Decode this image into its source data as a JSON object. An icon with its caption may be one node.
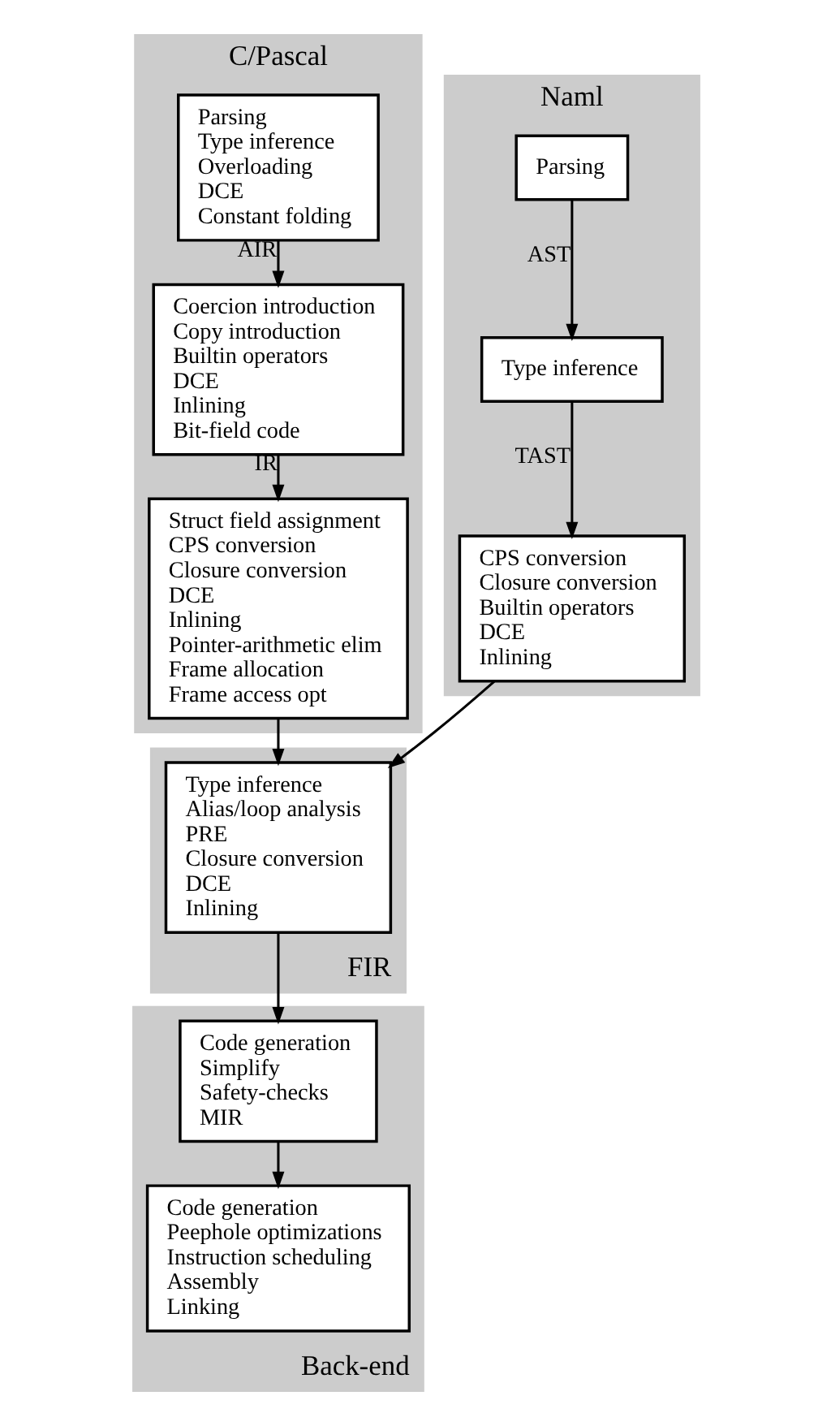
{
  "diagram": {
    "nodes": [
      {
        "text": [
          "C/Pascal"
        ]
      },
      {
        "text": [
          "Parsing",
          "Type inference",
          "Overloading",
          "DCE",
          "Constant folding"
        ],
        "in": 0
      },
      {
        "text": [
          "Coercion introduction",
          "Copy introduction",
          "Builtin operators",
          "DCE",
          "Inlining",
          "Bit-field code"
        ],
        "in": 0
      },
      {
        "text": [
          "Struct field assignment",
          "CPS conversion",
          "Closure conversion",
          "DCE",
          "Inlining",
          "Pointer-arithmetic elim",
          "Frame allocation",
          "Frame access opt"
        ],
        "in": 0
      },
      {
        "text": [
          "Naml"
        ]
      },
      {
        "text": [
          "Parsing"
        ],
        "in": 4
      },
      {
        "text": [
          "Type inference"
        ],
        "in": 4
      },
      {
        "text": [
          "CPS conversion",
          "Closure conversion",
          "Builtin operators",
          "DCE",
          "Inlining"
        ],
        "in": 4
      },
      {
        "text": [
          "FIR"
        ]
      },
      {
        "text": [
          "Type inference",
          "Alias/loop analysis",
          "PRE",
          "Closure conversion",
          "DCE",
          "Inlining"
        ],
        "in": 8
      },
      {
        "text": [
          "Back-end"
        ]
      },
      {
        "text": [
          "Code generation",
          "Simplify",
          "Safety-checks",
          "MIR"
        ],
        "in": 10
      },
      {
        "text": [
          "Code generation",
          "Peephole optimizations",
          "Instruction scheduling",
          "Assembly",
          "Linking"
        ],
        "in": 10
      }
    ],
    "edges": [
      {
        "from": 1,
        "to": 2,
        "arrow": "to",
        "label": "AIR"
      },
      {
        "from": 2,
        "to": 3,
        "arrow": "to",
        "label": "IR"
      },
      {
        "from": 5,
        "to": 6,
        "arrow": "to",
        "label": "AST"
      },
      {
        "from": 6,
        "to": 7,
        "arrow": "to",
        "label": "TAST"
      },
      {
        "from": 7,
        "to": 9,
        "arrow": "to"
      },
      {
        "from": 3,
        "to": 9,
        "arrow": "to"
      },
      {
        "from": 9,
        "to": 11,
        "arrow": "to"
      },
      {
        "from": 11,
        "to": 12,
        "arrow": "to"
      }
    ]
  }
}
